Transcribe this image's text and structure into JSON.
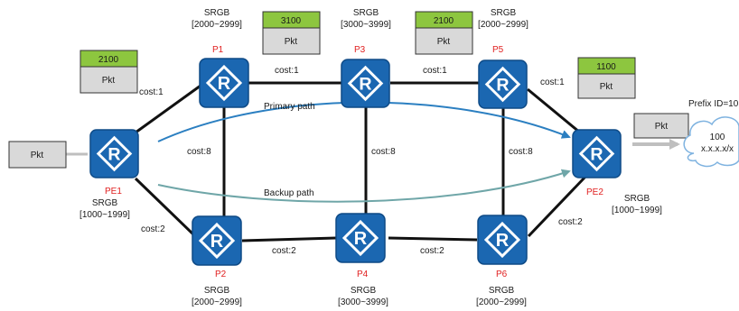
{
  "colors": {
    "router_fill": "#1b67b1",
    "router_stroke": "#0e4a86",
    "label_green": "#8dc63f",
    "pkt_grey": "#d9d9d9",
    "primary_arrow": "#2b7fc1",
    "backup_arrow": "#6fa6a8",
    "link": "#111111",
    "node_name": "#e02020"
  },
  "router_icon": "router-r-icon",
  "nodes": {
    "pe1": {
      "name": "PE1",
      "srgb_title": "SRGB",
      "srgb_range": "[1000~1999]"
    },
    "p1": {
      "name": "P1",
      "srgb_title": "SRGB",
      "srgb_range": "[2000~2999]"
    },
    "p3": {
      "name": "P3",
      "srgb_title": "SRGB",
      "srgb_range": "[3000~3999]"
    },
    "p5": {
      "name": "P5",
      "srgb_title": "SRGB",
      "srgb_range": "[2000~2999]"
    },
    "pe2": {
      "name": "PE2",
      "srgb_title": "SRGB",
      "srgb_range": "[1000~1999]"
    },
    "p2": {
      "name": "P2",
      "srgb_title": "SRGB",
      "srgb_range": "[2000~2999]"
    },
    "p4": {
      "name": "P4",
      "srgb_title": "SRGB",
      "srgb_range": "[3000~3999]"
    },
    "p6": {
      "name": "P6",
      "srgb_title": "SRGB",
      "srgb_range": "[2000~2999]"
    }
  },
  "links": {
    "pe1_p1": "cost:1",
    "p1_p3": "cost:1",
    "p3_p5": "cost:1",
    "p5_pe2": "cost:1",
    "p1_p2": "cost:8",
    "p3_p4": "cost:8",
    "p5_p6": "cost:8",
    "pe1_p2": "cost:2",
    "p2_p4": "cost:2",
    "p4_p6": "cost:2",
    "p6_pe2": "cost:2"
  },
  "paths": {
    "primary": "Primary path",
    "backup": "Backup path"
  },
  "packets": {
    "input": {
      "pkt": "Pkt"
    },
    "pe1_p1": {
      "label": "2100",
      "pkt": "Pkt"
    },
    "p1_p3": {
      "label": "3100",
      "pkt": "Pkt"
    },
    "p3_p5": {
      "label": "2100",
      "pkt": "Pkt"
    },
    "p5_pe2": {
      "label": "1100",
      "pkt": "Pkt"
    },
    "output": {
      "pkt": "Pkt"
    }
  },
  "destination": {
    "prefix_id": "Prefix ID=10",
    "value": "100",
    "address": "x.x.x.x/x"
  }
}
